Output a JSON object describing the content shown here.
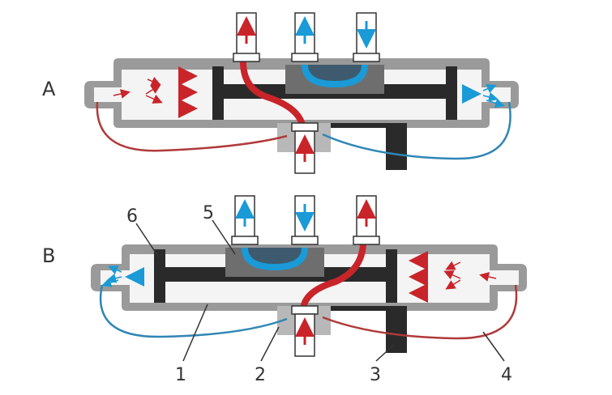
{
  "panels": [
    {
      "label": "A"
    },
    {
      "label": "B"
    }
  ],
  "callouts": [
    "1",
    "2",
    "3",
    "4",
    "5",
    "6"
  ],
  "colors": {
    "hot": "#c8242a",
    "cold": "#1a9ad6",
    "hot_line": "#b03a3a",
    "cold_line": "#2f86b5",
    "housing": "#9a9a9a",
    "housing_light": "#d8d8d8",
    "dark": "#2a2a2a",
    "block": "#6e6e6e"
  }
}
